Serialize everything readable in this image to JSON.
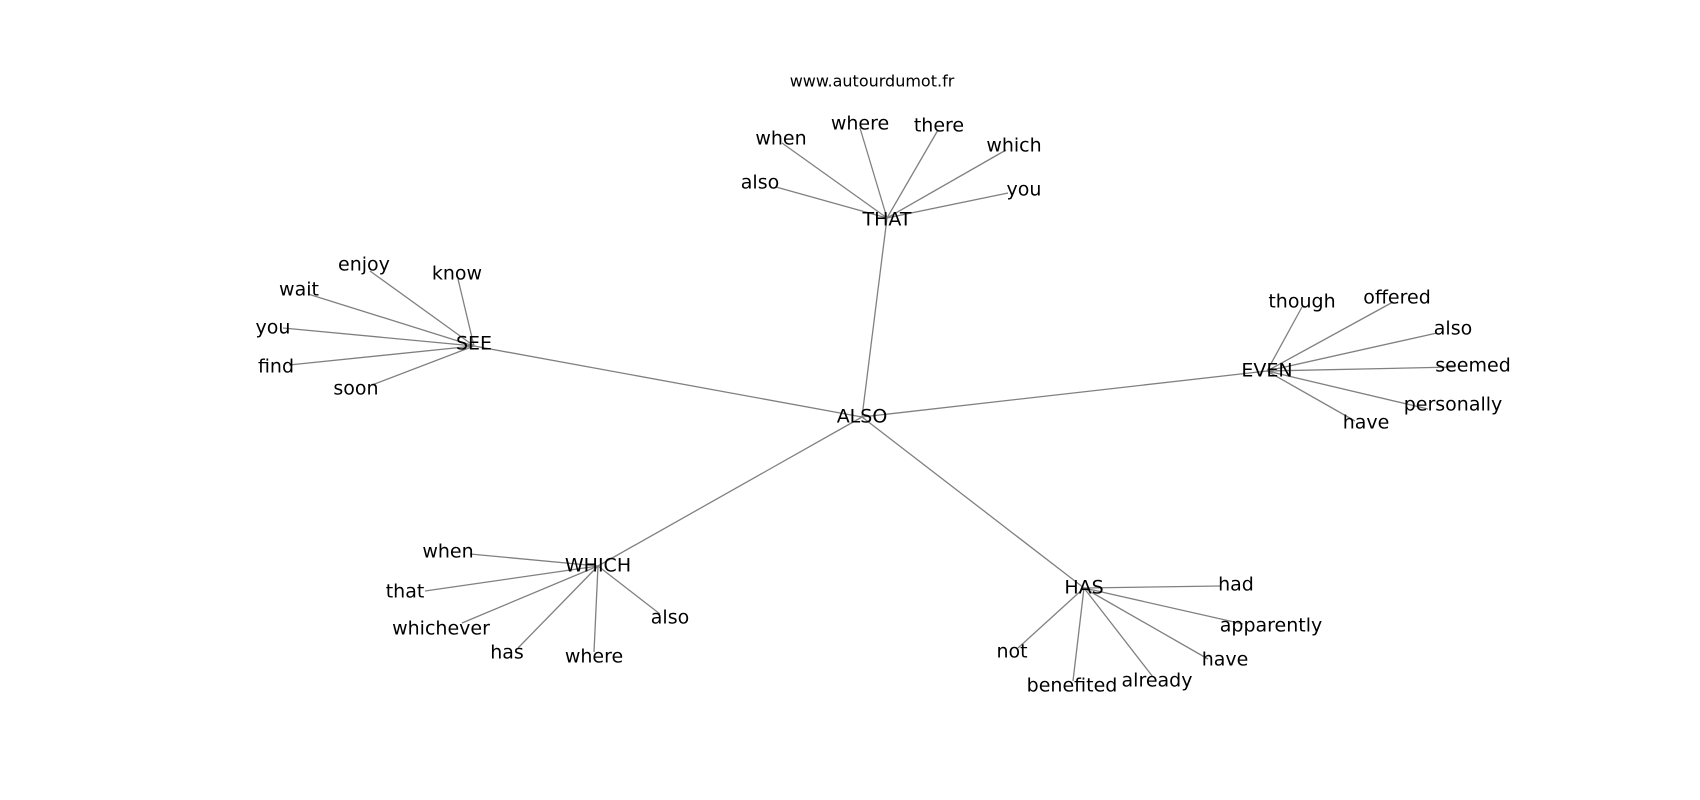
{
  "source": "www.autourdumot.fr",
  "colors": {
    "edge": "#808080",
    "text": "#000000",
    "background": "#ffffff"
  },
  "center": "ALSO",
  "hubs": [
    {
      "word": "THAT",
      "neighbors": [
        "also",
        "when",
        "where",
        "there",
        "which",
        "you"
      ]
    },
    {
      "word": "SEE",
      "neighbors": [
        "enjoy",
        "know",
        "wait",
        "you",
        "find",
        "soon"
      ]
    },
    {
      "word": "EVEN",
      "neighbors": [
        "though",
        "offered",
        "also",
        "seemed",
        "personally",
        "have"
      ]
    },
    {
      "word": "WHICH",
      "neighbors": [
        "when",
        "that",
        "whichever",
        "has",
        "where",
        "also"
      ]
    },
    {
      "word": "HAS",
      "neighbors": [
        "had",
        "apparently",
        "have",
        "already",
        "benefited",
        "not"
      ]
    }
  ]
}
